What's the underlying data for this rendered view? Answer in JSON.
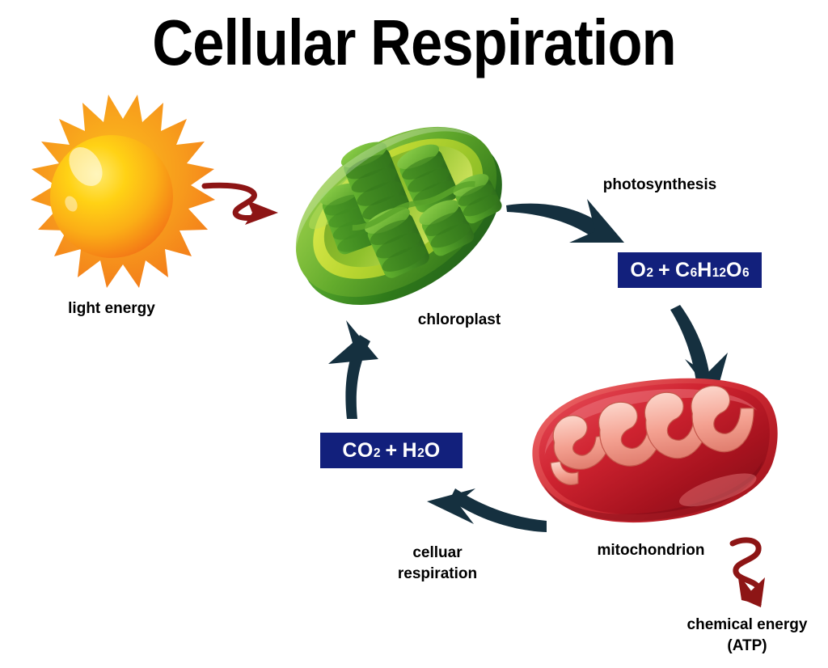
{
  "page": {
    "title": "Cellular Respiration",
    "background_color": "#ffffff"
  },
  "colors": {
    "formula_box_bg": "#12207c",
    "formula_box_text": "#ffffff",
    "dark_arrow": "#15303f",
    "red_arrow": "#8d1515",
    "sun_ray": "#f5911e",
    "sun_core_center": "#ffd615",
    "sun_core_edge": "#f4761a",
    "chloroplast_outer": "#3f8f21",
    "chloroplast_inner": "#c3d92b",
    "chloroplast_grana": "#63b22e",
    "mitochondrion_body": "#c8202b",
    "mitochondrion_cristae": "#f4a79a",
    "label_text": "#000000"
  },
  "labels": {
    "light_energy": "light energy",
    "chloroplast": "chloroplast",
    "photosynthesis": "photosynthesis",
    "mitochondrion": "mitochondrion",
    "cellular_respiration": "celluar\nrespiration",
    "chemical_energy": "chemical energy\n(ATP)"
  },
  "formulas": {
    "photosynthesis_products": {
      "parts": [
        "O",
        "2",
        " + ",
        "C",
        "6",
        "H",
        "12",
        "O",
        "6"
      ],
      "plain": "O2 + C6H12O6",
      "lead": "O",
      "lead_sub": "2",
      "operator": "+",
      "carbon": "C",
      "carbon_sub": "6",
      "hydrogen": "H",
      "hydrogen_sub": "12",
      "oxygen": "O",
      "oxygen_sub": "6"
    },
    "respiration_products": {
      "plain": "CO2 + H2O",
      "carbon_dioxide": "CO",
      "carbon_dioxide_sub": "2",
      "operator": "+",
      "water_h": "H",
      "water_sub": "2",
      "water_o": "O"
    }
  },
  "icons": {
    "sun": "sun-icon",
    "chloroplast": "chloroplast-icon",
    "mitochondrion": "mitochondrion-icon",
    "arrow_light_to_chloroplast": "red-zigzag-arrow-right-icon",
    "arrow_chloroplast_to_products": "curved-arrow-right-down-icon",
    "arrow_products_to_mitochondrion": "curved-arrow-down-icon",
    "arrow_mitochondrion_to_waste": "curved-arrow-left-icon",
    "arrow_waste_to_chloroplast": "curved-arrow-up-icon",
    "arrow_mitochondrion_to_atp": "red-zigzag-arrow-down-icon"
  },
  "diagram_flow": [
    {
      "from": "light energy",
      "to": "chloroplast",
      "via": "red zigzag arrow"
    },
    {
      "from": "chloroplast",
      "to": "O2 + C6H12O6",
      "via": "photosynthesis"
    },
    {
      "from": "O2 + C6H12O6",
      "to": "mitochondrion",
      "via": "curved down arrow"
    },
    {
      "from": "mitochondrion",
      "to": "CO2 + H2O",
      "via": "celluar respiration"
    },
    {
      "from": "CO2 + H2O",
      "to": "chloroplast",
      "via": "curved up arrow"
    },
    {
      "from": "mitochondrion",
      "to": "chemical energy (ATP)",
      "via": "red zigzag arrow"
    }
  ]
}
